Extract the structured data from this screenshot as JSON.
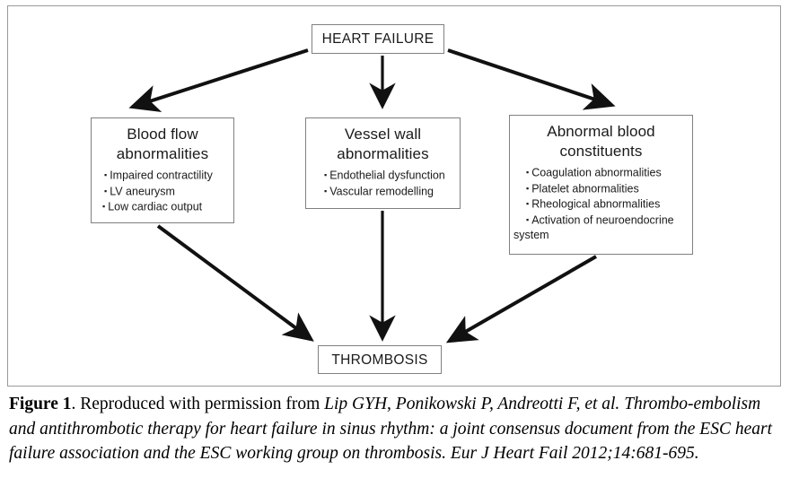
{
  "figure": {
    "nodes": {
      "top": {
        "label": "HEART FAILURE"
      },
      "bottom": {
        "label": "THROMBOSIS"
      },
      "blood_flow": {
        "title_line1": "Blood flow",
        "title_line2": "abnormalities",
        "bullets": [
          "Impaired contractility",
          "LV aneurysm",
          "Low cardiac output"
        ]
      },
      "vessel_wall": {
        "title_line1": "Vessel wall",
        "title_line2": "abnormalities",
        "bullets": [
          "Endothelial dysfunction",
          "Vascular remodelling"
        ]
      },
      "abnormal_blood": {
        "title_line1": "Abnormal blood",
        "title_line2": "constituents",
        "bullets": [
          "Coagulation abnormalities",
          "Platelet abnormalities",
          "Rheological abnormalities",
          "Activation of neuroendocrine"
        ],
        "bullet_wrap_text": "system"
      }
    },
    "bullet_glyph": "▪",
    "arrows": [
      {
        "name": "heart-failure-to-blood-flow",
        "direction": "down-left"
      },
      {
        "name": "heart-failure-to-vessel-wall",
        "direction": "down"
      },
      {
        "name": "heart-failure-to-abnormal-blood",
        "direction": "down-right"
      },
      {
        "name": "blood-flow-to-thrombosis",
        "direction": "down-right"
      },
      {
        "name": "vessel-wall-to-thrombosis",
        "direction": "down"
      },
      {
        "name": "abnormal-blood-to-thrombosis",
        "direction": "down-left"
      }
    ],
    "colors": {
      "box_border": "#808080",
      "panel_border": "#9a9a9a",
      "arrow": "#111111",
      "text": "#1a1a1a",
      "background": "#ffffff"
    }
  },
  "caption": {
    "figure_label": "Figure 1",
    "label_suffix": ". ",
    "lead_text": "Reproduced with permission from ",
    "authors": "Lip GYH, Ponikowski P, Andreotti F, et al.",
    "title": " Thrombo-embolism and antithrombotic therapy for heart failure in sinus rhythm: a joint consensus document from the ESC heart failure association and the ESC working group on thrombosis.",
    "journal_ref": " Eur J Heart Fail 2012;14:681-695."
  }
}
